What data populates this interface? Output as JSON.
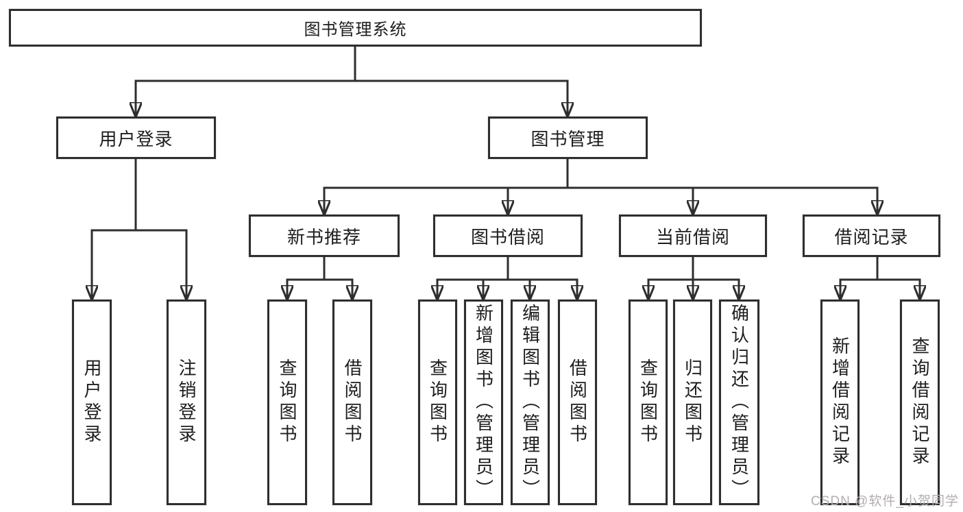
{
  "diagram_title": "图书管理系统",
  "colors": {
    "line": "#2e2e2e",
    "box_border": "#2e2e2e",
    "text": "#1d1d1d",
    "background": "#ffffff",
    "watermark": "#b2adb0"
  },
  "tree": {
    "root": {
      "label": "图书管理系统"
    },
    "branches": [
      {
        "label": "用户登录",
        "children": [
          "用户登录",
          "注销登录"
        ]
      },
      {
        "label": "图书管理",
        "groups": [
          {
            "label": "新书推荐",
            "children": [
              "查询图书",
              "借阅图书"
            ]
          },
          {
            "label": "图书借阅",
            "children": [
              "查询图书",
              "新增图书（管理员）",
              "编辑图书（管理员）",
              "借阅图书"
            ]
          },
          {
            "label": "当前借阅",
            "children": [
              "查询图书",
              "归还图书",
              "确认归还（管理员）"
            ]
          },
          {
            "label": "借阅记录",
            "children": [
              "新增借阅记录",
              "查询借阅记录"
            ]
          }
        ]
      }
    ]
  },
  "watermark": {
    "text": "CSDN @软件_小贺同学"
  }
}
